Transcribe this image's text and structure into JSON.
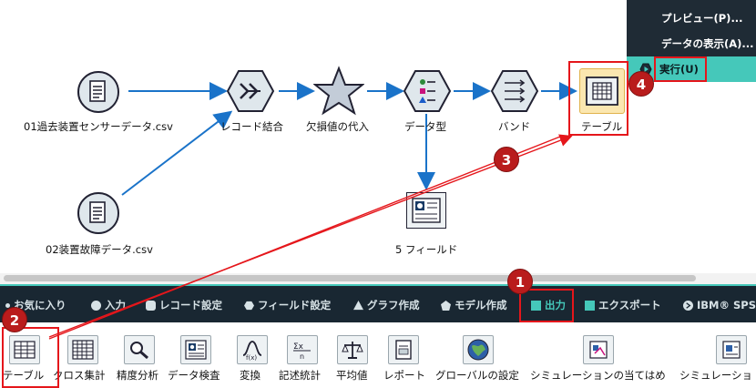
{
  "canvas": {
    "nodes": {
      "file1": "01過去装置センサーデータ.csv",
      "file2": "02装置故障データ.csv",
      "merge": "レコード結合",
      "impute": "欠損値の代入",
      "type": "データ型",
      "band": "バンド",
      "table": "テーブル",
      "fields": "5 フィールド"
    }
  },
  "context_menu": {
    "items": [
      "プレビュー(P)...",
      "データの表示(A)...",
      "実行(U)"
    ]
  },
  "palette": {
    "tabs": [
      "お気に入り",
      "入力",
      "レコード設定",
      "フィールド設定",
      "グラフ作成",
      "モデル作成",
      "出力",
      "エクスポート",
      "IBM® SPSS S"
    ],
    "nodes": [
      "テーブル",
      "クロス集計",
      "精度分析",
      "データ検査",
      "変換",
      "記述統計",
      "平均値",
      "レポート",
      "グローバルの設定",
      "シミュレーションの当てはめ",
      "シミュレーショ"
    ]
  },
  "annotations": {
    "badges": [
      "1",
      "2",
      "3",
      "4"
    ]
  },
  "colors": {
    "accent": "#45c8ba",
    "palette_bg": "#192732",
    "menu_bg": "#1f2b35",
    "flow_arrow": "#1a73c9",
    "highlight": "#e5161b",
    "badge": "#b91c1c"
  }
}
